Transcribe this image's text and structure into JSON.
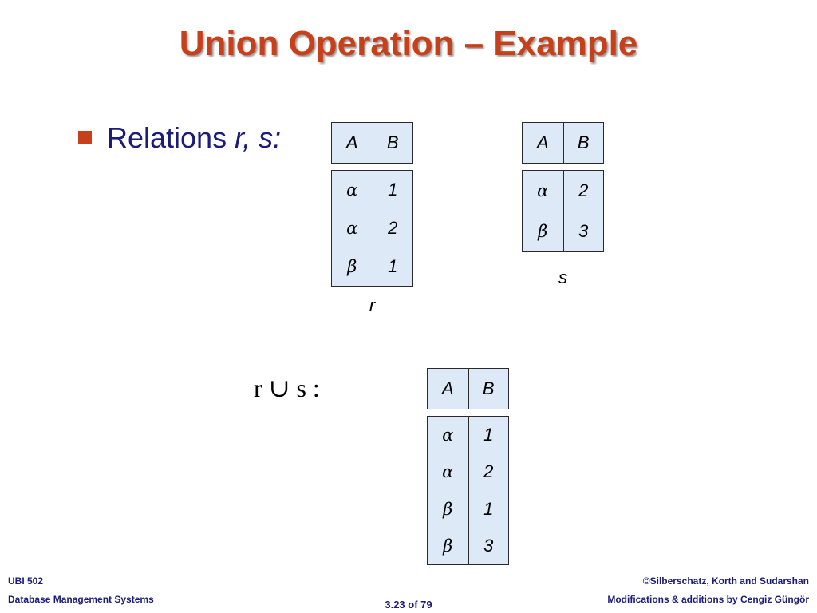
{
  "title": "Union Operation – Example",
  "bullet": {
    "text": "Relations",
    "vars": "r, s:"
  },
  "relation_r": {
    "headers": [
      "A",
      "B"
    ],
    "col_a": [
      "α",
      "α",
      "β"
    ],
    "col_b": [
      "1",
      "2",
      "1"
    ],
    "caption": "r"
  },
  "relation_s": {
    "headers": [
      "A",
      "B"
    ],
    "col_a": [
      "α",
      "β"
    ],
    "col_b": [
      "2",
      "3"
    ],
    "caption": "s"
  },
  "expression": "r ∪ s :",
  "relation_union": {
    "headers": [
      "A",
      "B"
    ],
    "col_a": [
      "α",
      "α",
      "β",
      "β"
    ],
    "col_b": [
      "1",
      "2",
      "1",
      "3"
    ]
  },
  "footer": {
    "course": "UBI 502",
    "subtitle": "Database Management Systems",
    "page": "3.23 of 79",
    "copyright": "©Silberschatz, Korth and Sudarshan",
    "modifications": "Modifications & additions by Cengiz Güngör"
  }
}
